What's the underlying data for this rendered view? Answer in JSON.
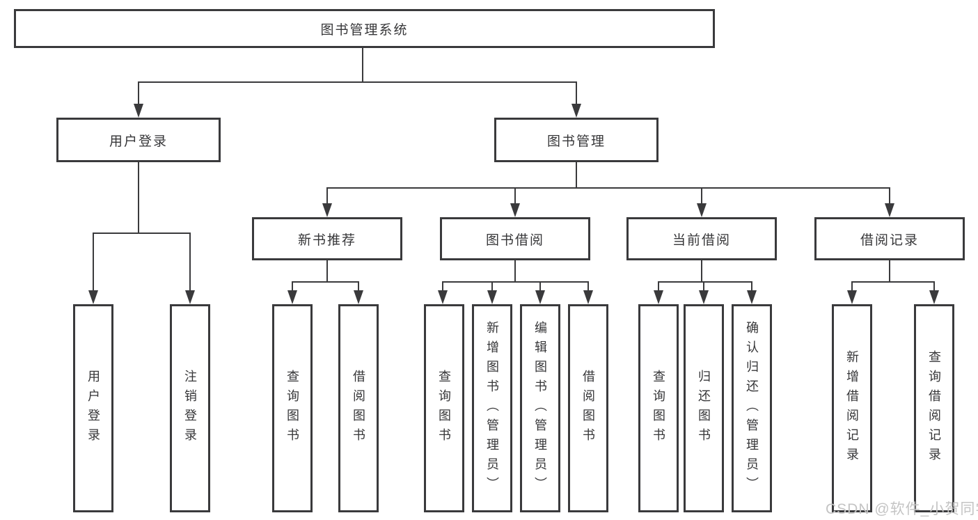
{
  "diagram": {
    "root": {
      "label": "图书管理系统"
    },
    "level2": [
      {
        "label": "用户登录"
      },
      {
        "label": "图书管理"
      }
    ],
    "level3": [
      {
        "label": "新书推荐"
      },
      {
        "label": "图书借阅"
      },
      {
        "label": "当前借阅"
      },
      {
        "label": "借阅记录"
      }
    ],
    "leaves": {
      "user_login": "用户登录",
      "logout": "注销登录",
      "rec_query_book": "查询图书",
      "rec_borrow_book": "借阅图书",
      "bb_query_book": "查询图书",
      "bb_add_book": "新增图书（管理员）",
      "bb_edit_book": "编辑图书（管理员）",
      "bb_borrow_book": "借阅图书",
      "cb_query_book": "查询图书",
      "cb_return_book": "归还图书",
      "cb_confirm_return": "确认归还（管理员）",
      "br_add_record": "新增借阅记录",
      "br_query_record": "查询借阅记录"
    },
    "watermark": "CSDN @软件_小贺同学",
    "colors": {
      "line": "#3a3a3c",
      "text": "#363638",
      "watermark": "#c4c4c4",
      "background": "#ffffff"
    }
  }
}
